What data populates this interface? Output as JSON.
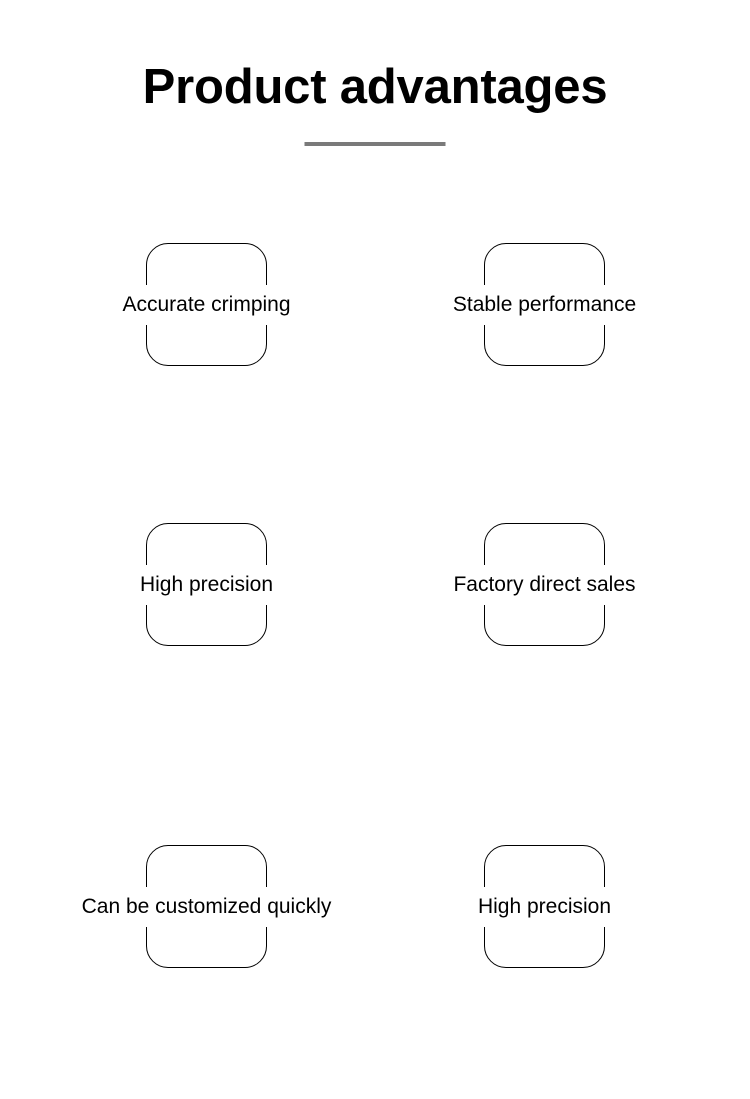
{
  "header": {
    "title": "Product advantages",
    "divider_color": "#7a7a7a"
  },
  "theme": {
    "background": "#ffffff",
    "text_color": "#000000",
    "card_border_color": "#000000",
    "divider_color": "#7a7a7a"
  },
  "features": [
    {
      "label": "Accurate crimping",
      "row": 1,
      "column": "left"
    },
    {
      "label": "Stable performance",
      "row": 1,
      "column": "right"
    },
    {
      "label": "High precision",
      "row": 2,
      "column": "left"
    },
    {
      "label": "Factory direct sales",
      "row": 2,
      "column": "right"
    },
    {
      "label": "Can be customized quickly",
      "row": 3,
      "column": "left"
    },
    {
      "label": "High precision",
      "row": 3,
      "column": "right"
    }
  ]
}
